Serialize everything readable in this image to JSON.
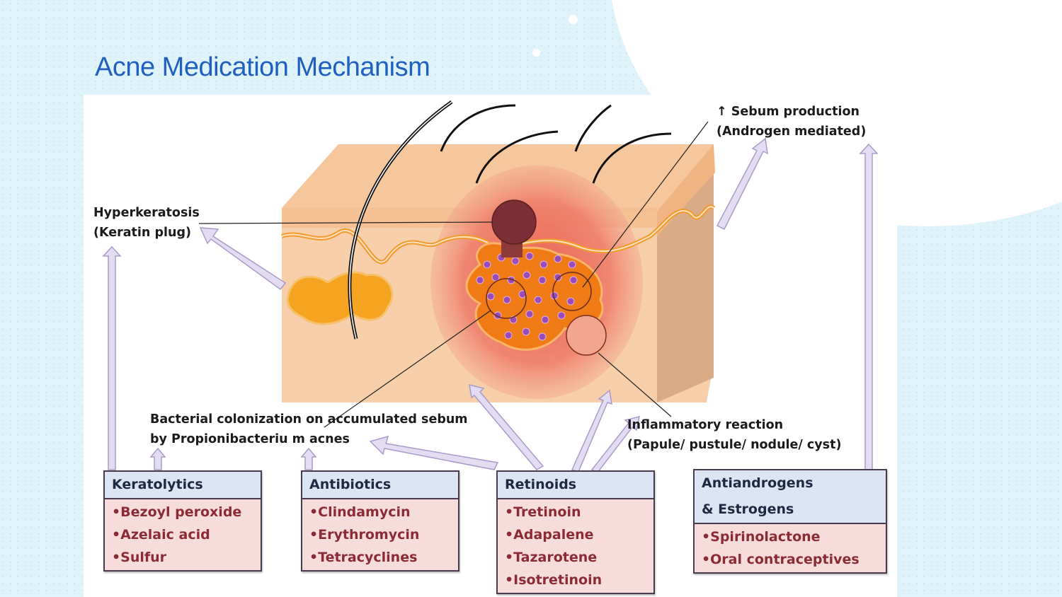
{
  "slide": {
    "title": "Acne Medication Mechanism"
  },
  "diagram": {
    "labels": {
      "sebum_line1": "↑ Sebum production",
      "sebum_line2": "(Androgen mediated)",
      "hyper_line1": "Hyperkeratosis",
      "hyper_line2": "(Keratin plug)",
      "bact_line1": "Bacterial  colonization  on accumulated  sebum",
      "bact_line2": "by Propionibacteriu m  acnes",
      "inflam_line1": "Inflammatory  reaction",
      "inflam_line2": "(Papule/ pustule/ nodule/ cyst)"
    },
    "boxes": [
      {
        "header": "Keratolytics",
        "items": [
          "•Bezoyl peroxide",
          "•Azelaic acid",
          "•Sulfur"
        ]
      },
      {
        "header": "Antibiotics",
        "items": [
          "•Clindamycin",
          "•Erythromycin",
          "•Tetracyclines"
        ]
      },
      {
        "header": "Retinoids",
        "items": [
          "•Tretinoin",
          "•Adapalene",
          "•Tazarotene",
          "•Isotretinoin"
        ]
      },
      {
        "header": "Antiandrogens",
        "header2": "& Estrogens",
        "items": [
          "•Spirinolactone",
          "•Oral contraceptives"
        ]
      }
    ],
    "colors": {
      "title": "#2060c0",
      "box_header_bg": "#dbe5f3",
      "box_body_bg": "#f7dcdc",
      "box_body_text": "#8b2b33",
      "arrow_fill": "#e4dcf3",
      "arrow_stroke": "#a89bc9",
      "skin": "#f8d0a8",
      "inflammation": "#ec6f5f",
      "gland": "#f59a1e",
      "bacteria": "#9a4ab5"
    }
  }
}
